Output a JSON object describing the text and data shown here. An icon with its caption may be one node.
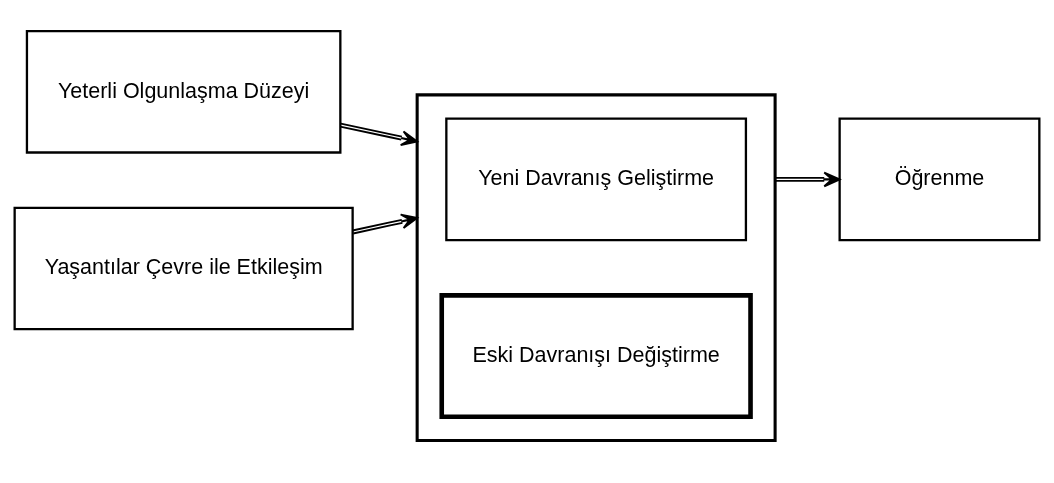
{
  "diagram": {
    "nodes": [
      {
        "text": [
          "Yeterli Olgunlaşma Düzeyi"
        ]
      },
      {
        "text": [
          "Yaşantılar Çevre ile Etkileşim"
        ]
      },
      {
        "text": [],
        "shape": "box"
      },
      {
        "text": [
          "Yeni Davranış Geliştirme"
        ],
        "in": 2
      },
      {
        "text": [
          "Eski Davranışı Değiştirme"
        ],
        "in": 2
      },
      {
        "text": [
          "Öğrenme"
        ]
      }
    ],
    "edges": [
      {
        "from": 0,
        "to": 2,
        "arrow": "to"
      },
      {
        "from": 1,
        "to": 2,
        "arrow": "to"
      },
      {
        "from": 2,
        "to": 5,
        "arrow": "to"
      }
    ]
  }
}
